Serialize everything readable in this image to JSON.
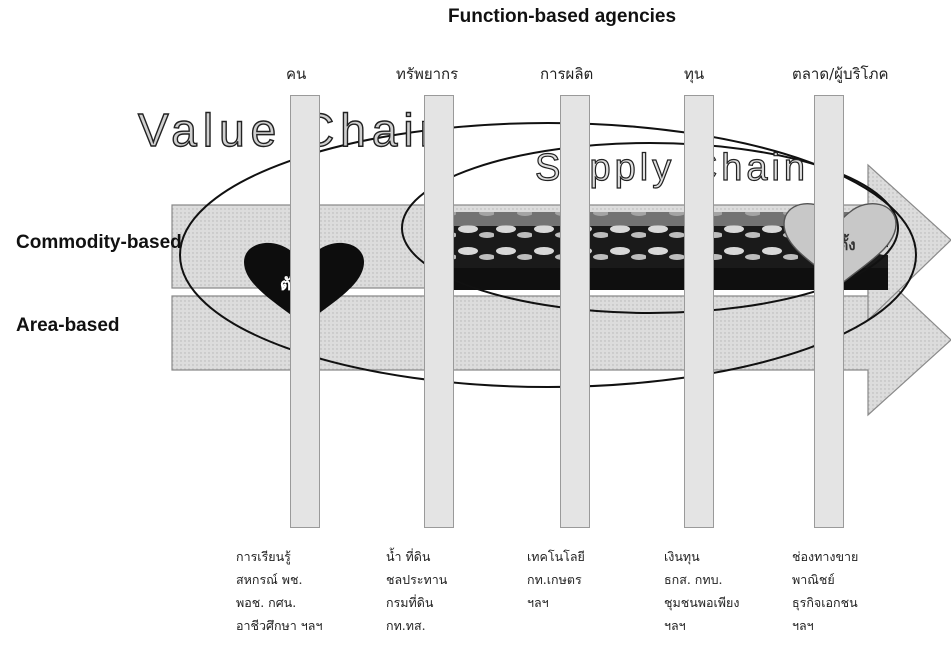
{
  "header": {
    "title": "Function-based agencies"
  },
  "columns": [
    {
      "label": "คน",
      "items": [
        "การเรียนรู้",
        "สหกรณ์ พช.",
        "พอช. กศน.",
        "อาชีวศึกษา ฯลฯ"
      ]
    },
    {
      "label": "ทรัพยากร",
      "items": [
        "น้ำ ที่ดิน",
        "ชลประทาน",
        "กรมที่ดิน",
        "กท.ทส."
      ]
    },
    {
      "label": "การผลิต",
      "items": [
        "เทคโนโลยี",
        "กท.เกษตร",
        "ฯลฯ"
      ]
    },
    {
      "label": "ทุน",
      "items": [
        "เงินทุน",
        "ธกส. กทบ.",
        "ชุมชนพอเพียง",
        "ฯลฯ"
      ]
    },
    {
      "label": "ตลาด/ผู้บริโภค",
      "items": [
        "ช่องทางขาย",
        "พาณิชย์",
        "ธุรกิจเอกชน",
        "ฯลฯ"
      ]
    }
  ],
  "rows": {
    "commodity": "Commodity-based",
    "area": "Area-based"
  },
  "chains": {
    "value": "Value Chain",
    "supply": "Supply Chain"
  },
  "hearts": {
    "left": "ตัวตั้ง",
    "right": "ตัวตั้ง"
  },
  "colors": {
    "bar_fill": "#e4e4e4",
    "heart_dark": "#0d0d0d",
    "heart_light": "#c8c8c8"
  }
}
